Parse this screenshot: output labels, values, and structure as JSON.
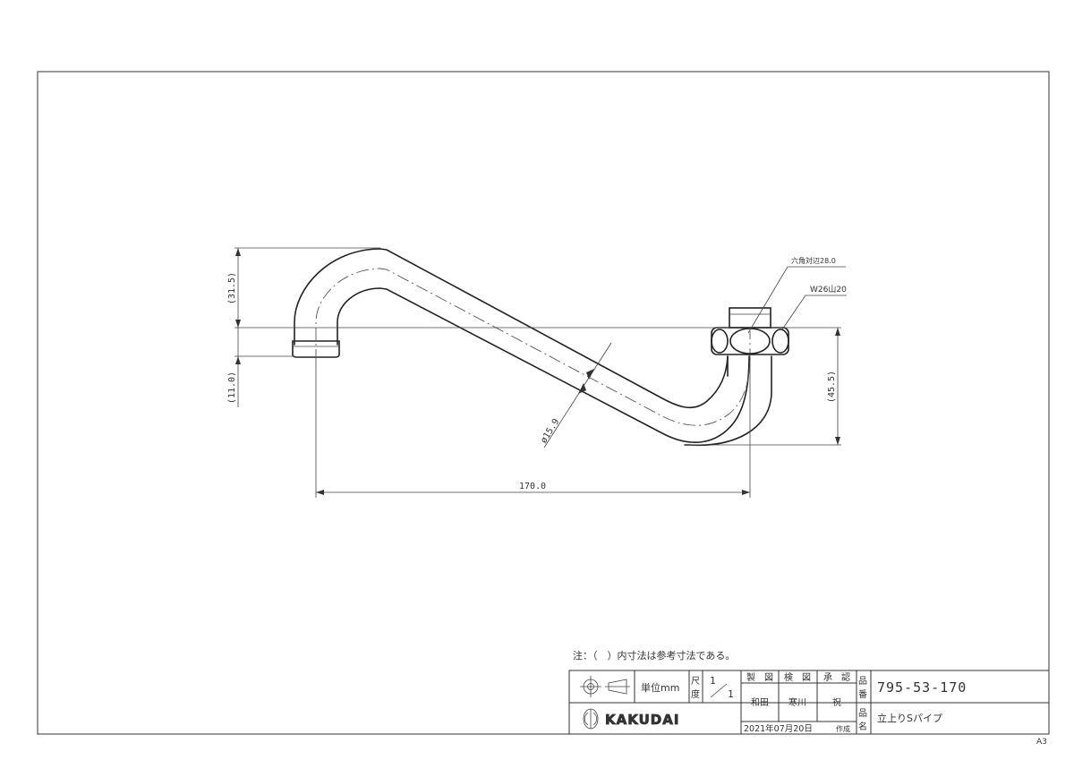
{
  "drawing": {
    "dimensions": {
      "top_rise": "(31.5)",
      "bottom_drop": "(11.0)",
      "right_drop": "(45.5)",
      "pipe_diameter": "ø15.9",
      "length": "170.0"
    },
    "callouts": {
      "hex": "六角対辺28.0",
      "thread": "W26山20"
    }
  },
  "note": "注：（　）内寸法は参考寸法である。",
  "title_block": {
    "unit_label": "単位mm",
    "scale_label_1": "尺",
    "scale_label_2": "度",
    "scale_num": "1",
    "scale_den": "1",
    "headers": {
      "made": "製　図",
      "checked": "検　図",
      "approved": "承　認"
    },
    "names": {
      "made": "和田",
      "checked": "寒川",
      "approved": "祝"
    },
    "date": "2021年07月20日",
    "created": "作成",
    "part_no_label_1": "品",
    "part_no_label_2": "番",
    "part_no": "795-53-170",
    "name_label_1": "品",
    "name_label_2": "名",
    "part_name": "立上りSパイプ",
    "logo_text": "KAKUDAI"
  },
  "sheet_size": "A3"
}
